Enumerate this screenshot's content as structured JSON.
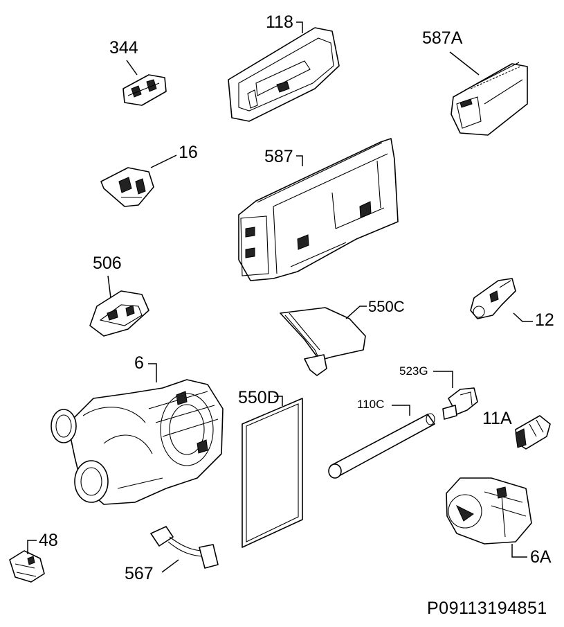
{
  "diagram": {
    "code": "P09113194851",
    "labels": {
      "p118": "118",
      "p344": "344",
      "p587A": "587A",
      "p16": "16",
      "p587": "587",
      "p506": "506",
      "p550C": "550C",
      "p12": "12",
      "p6": "6",
      "p523G": "523G",
      "p550D": "550D",
      "p110C": "110C",
      "p11A": "11A",
      "p48": "48",
      "p567": "567",
      "p6A": "6A"
    }
  }
}
